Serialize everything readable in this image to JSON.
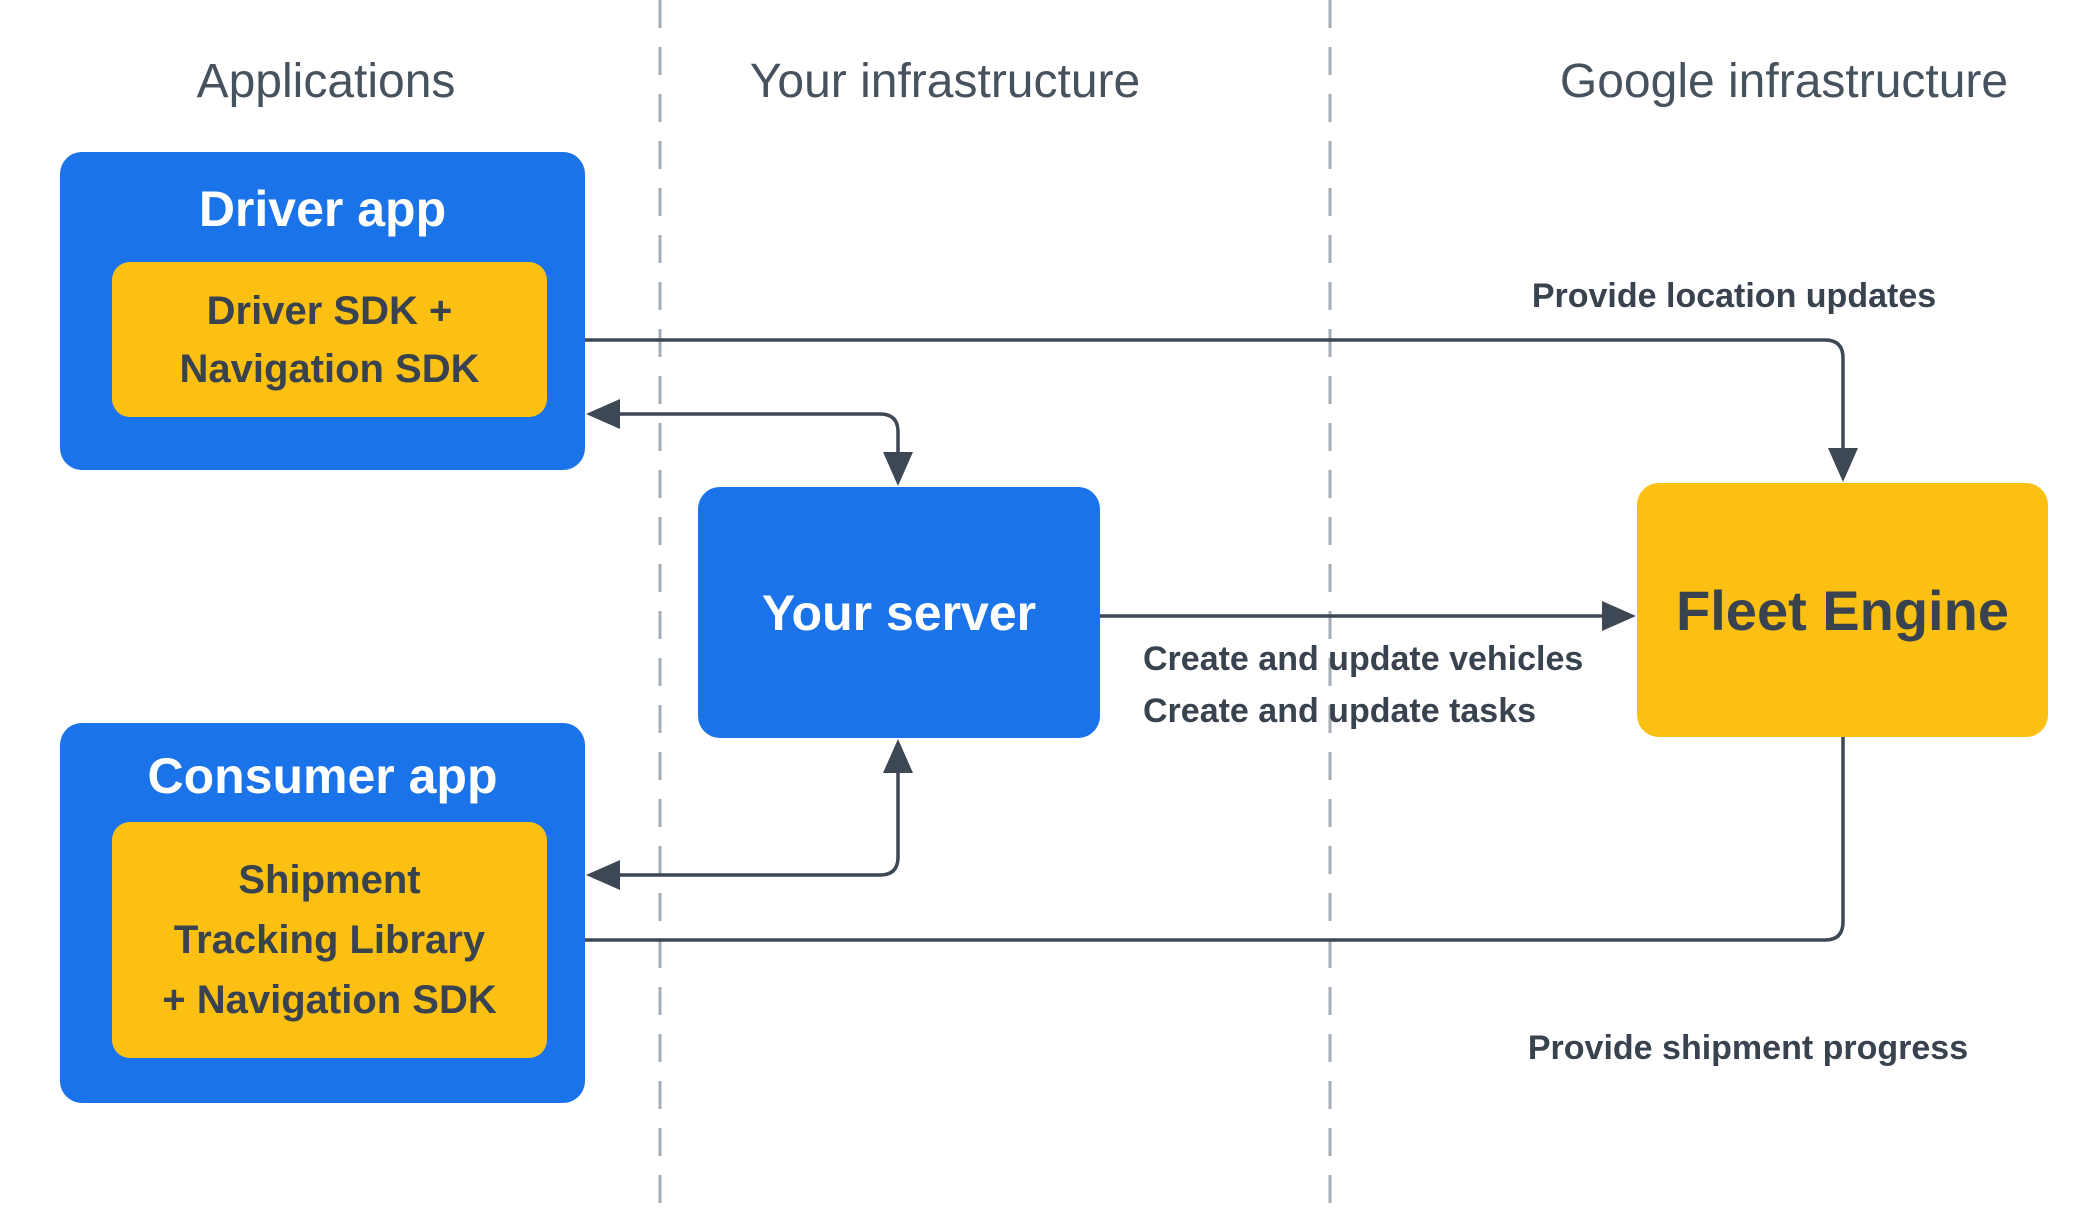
{
  "diagram": {
    "column_headers": [
      {
        "label": "Applications"
      },
      {
        "label": "Your infrastructure"
      },
      {
        "label": "Google infrastructure"
      }
    ],
    "boxes": {
      "driver_app": {
        "title": "Driver app"
      },
      "driver_sdk": {
        "lines": [
          "Driver SDK +",
          "Navigation SDK"
        ]
      },
      "consumer_app": {
        "title": "Consumer app"
      },
      "shipment_lib": {
        "lines": [
          "Shipment",
          "Tracking Library",
          "+ Navigation SDK"
        ]
      },
      "your_server": {
        "title": "Your server"
      },
      "fleet_engine": {
        "title": "Fleet Engine"
      }
    },
    "arrow_labels": {
      "location_updates": "Provide location updates",
      "create_vehicles": "Create and update vehicles",
      "create_tasks": "Create and update tasks",
      "shipment_progress": "Provide shipment progress"
    },
    "colors": {
      "blue": "#1A73E8",
      "yellow": "#FCC013",
      "line": "#3E4754",
      "text_dark": "#39424F",
      "header": "#47525F",
      "dash": "#A6ADB4"
    }
  }
}
